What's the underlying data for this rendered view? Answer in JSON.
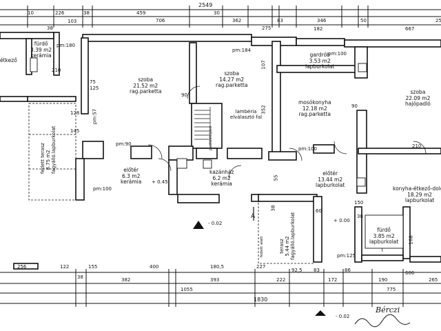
{
  "rooms": [
    {
      "id": "furdo-left",
      "name": "fürdő",
      "area": "3.39 m2",
      "floor": "kerámia"
    },
    {
      "id": "etkezo-left",
      "name": "étkező",
      "area": "",
      "floor": ""
    },
    {
      "id": "szoba-1",
      "name": "szoba",
      "area": "21.52 m2",
      "floor": "rag.parketta"
    },
    {
      "id": "szoba-2",
      "name": "szoba",
      "area": "14.27 m2",
      "floor": "rag.parketta"
    },
    {
      "id": "gardrob",
      "name": "gardrób",
      "area": "3.53 m2",
      "floor": "lapburkolat"
    },
    {
      "id": "szoba-3",
      "name": "szoba",
      "area": "22.09 m2",
      "floor": "hajópadló"
    },
    {
      "id": "mosokonyha",
      "name": "mosókonyha",
      "area": "12.18 m2",
      "floor": "rag.parketta"
    },
    {
      "id": "eloter-1",
      "name": "előtér",
      "area": "6.3 m2",
      "floor": "kerámia"
    },
    {
      "id": "kazanhaz",
      "name": "kazánház",
      "area": "6.2 m2",
      "floor": "kerámia"
    },
    {
      "id": "eloter-2",
      "name": "előtér",
      "area": "13.44 m2",
      "floor": "lapburkolat"
    },
    {
      "id": "konyha",
      "name": "konyha-étkező-dolgo",
      "area": "18.29 m2",
      "floor": "lapburkolat"
    },
    {
      "id": "furdo-right",
      "name": "fürdő",
      "area": "3.85 m2",
      "floor": "lapburkolat"
    },
    {
      "id": "fedett-terasz",
      "name": "fedett terasz",
      "area": "8.75 m2",
      "floor": "fagyálló.lapburkolat"
    },
    {
      "id": "terasz",
      "name": "terasz",
      "area": "5.44 m2",
      "floor": "fagyálló.lapburkolat"
    }
  ],
  "notes": {
    "lamberia": "lambéria elválasztó fal",
    "padlasfeljaro": "padlásfeljáró",
    "fedett_alatt": "fedett alatt",
    "level_pos": "+ 0.45",
    "level_zero": "+ 0.00",
    "level_neg": "- 0.02",
    "level_neg2": "- 0.02",
    "marker_a": "A"
  },
  "dimensions": {
    "top_total": "2549",
    "top_row": [
      "10",
      "226",
      "38",
      "459",
      "706",
      "30",
      "362",
      "275",
      "83",
      "346",
      "182",
      "50",
      "667"
    ],
    "top_row2": [
      "103",
      "38",
      "25"
    ],
    "bottom_row1": [
      "256",
      "122",
      "155",
      "400",
      "180,5",
      "227",
      "92,5",
      "83",
      "86",
      "606"
    ],
    "bottom_row2": [
      "38",
      "382",
      "393",
      "222",
      "172",
      "190",
      "265"
    ],
    "bottom_row3": [
      "1055",
      "775"
    ],
    "bottom_total": "1830",
    "openings": [
      "pm:180",
      "pm:184",
      "pm:100",
      "pm:90",
      "pm:100",
      "pm:125",
      "pm:57",
      "pm:100"
    ],
    "misc": [
      "210",
      "75",
      "125",
      "145",
      "128",
      "90",
      "107",
      "352",
      "38",
      "55",
      "60",
      "38",
      "168",
      "90",
      "210",
      "150"
    ]
  },
  "signature": "Bérczi"
}
